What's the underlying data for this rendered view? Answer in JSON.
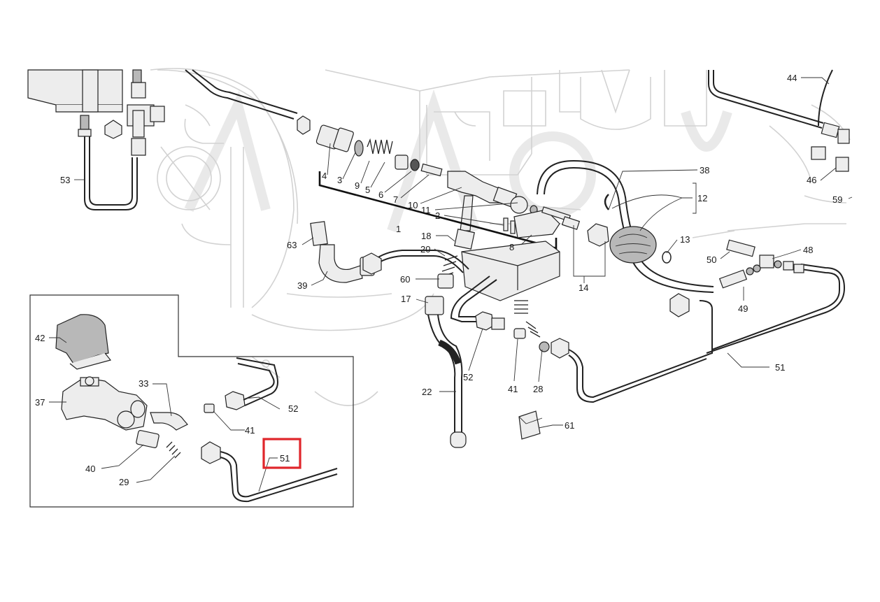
{
  "diagram": {
    "labels": {
      "p53": "53",
      "p4": "4",
      "p3": "3",
      "p9": "9",
      "p5": "5",
      "p6": "6",
      "p7": "7",
      "p10": "10",
      "p11": "11",
      "p2": "2",
      "p1": "1",
      "p8": "8",
      "p38": "38",
      "p12": "12",
      "p13": "13",
      "p14": "14",
      "p44": "44",
      "p46": "46",
      "p59": "59",
      "p50": "50",
      "p48": "48",
      "p49": "49",
      "p63": "63",
      "p39": "39",
      "p18": "18",
      "p20": "20",
      "p60": "60",
      "p17": "17",
      "p22": "22",
      "p52a": "52",
      "p41a": "41",
      "p28": "28",
      "p51a": "51",
      "p61": "61",
      "p42": "42",
      "p37": "37",
      "p33": "33",
      "p52b": "52",
      "p41b": "41",
      "p40": "40",
      "p29": "29",
      "p51b": "51"
    },
    "highlight": {
      "label": "51",
      "color": "#e0262b"
    },
    "colors": {
      "line": "#222222",
      "ghost": "#d2d2d2",
      "fill": "#ededed",
      "fill_dark": "#b8b8b8"
    }
  }
}
